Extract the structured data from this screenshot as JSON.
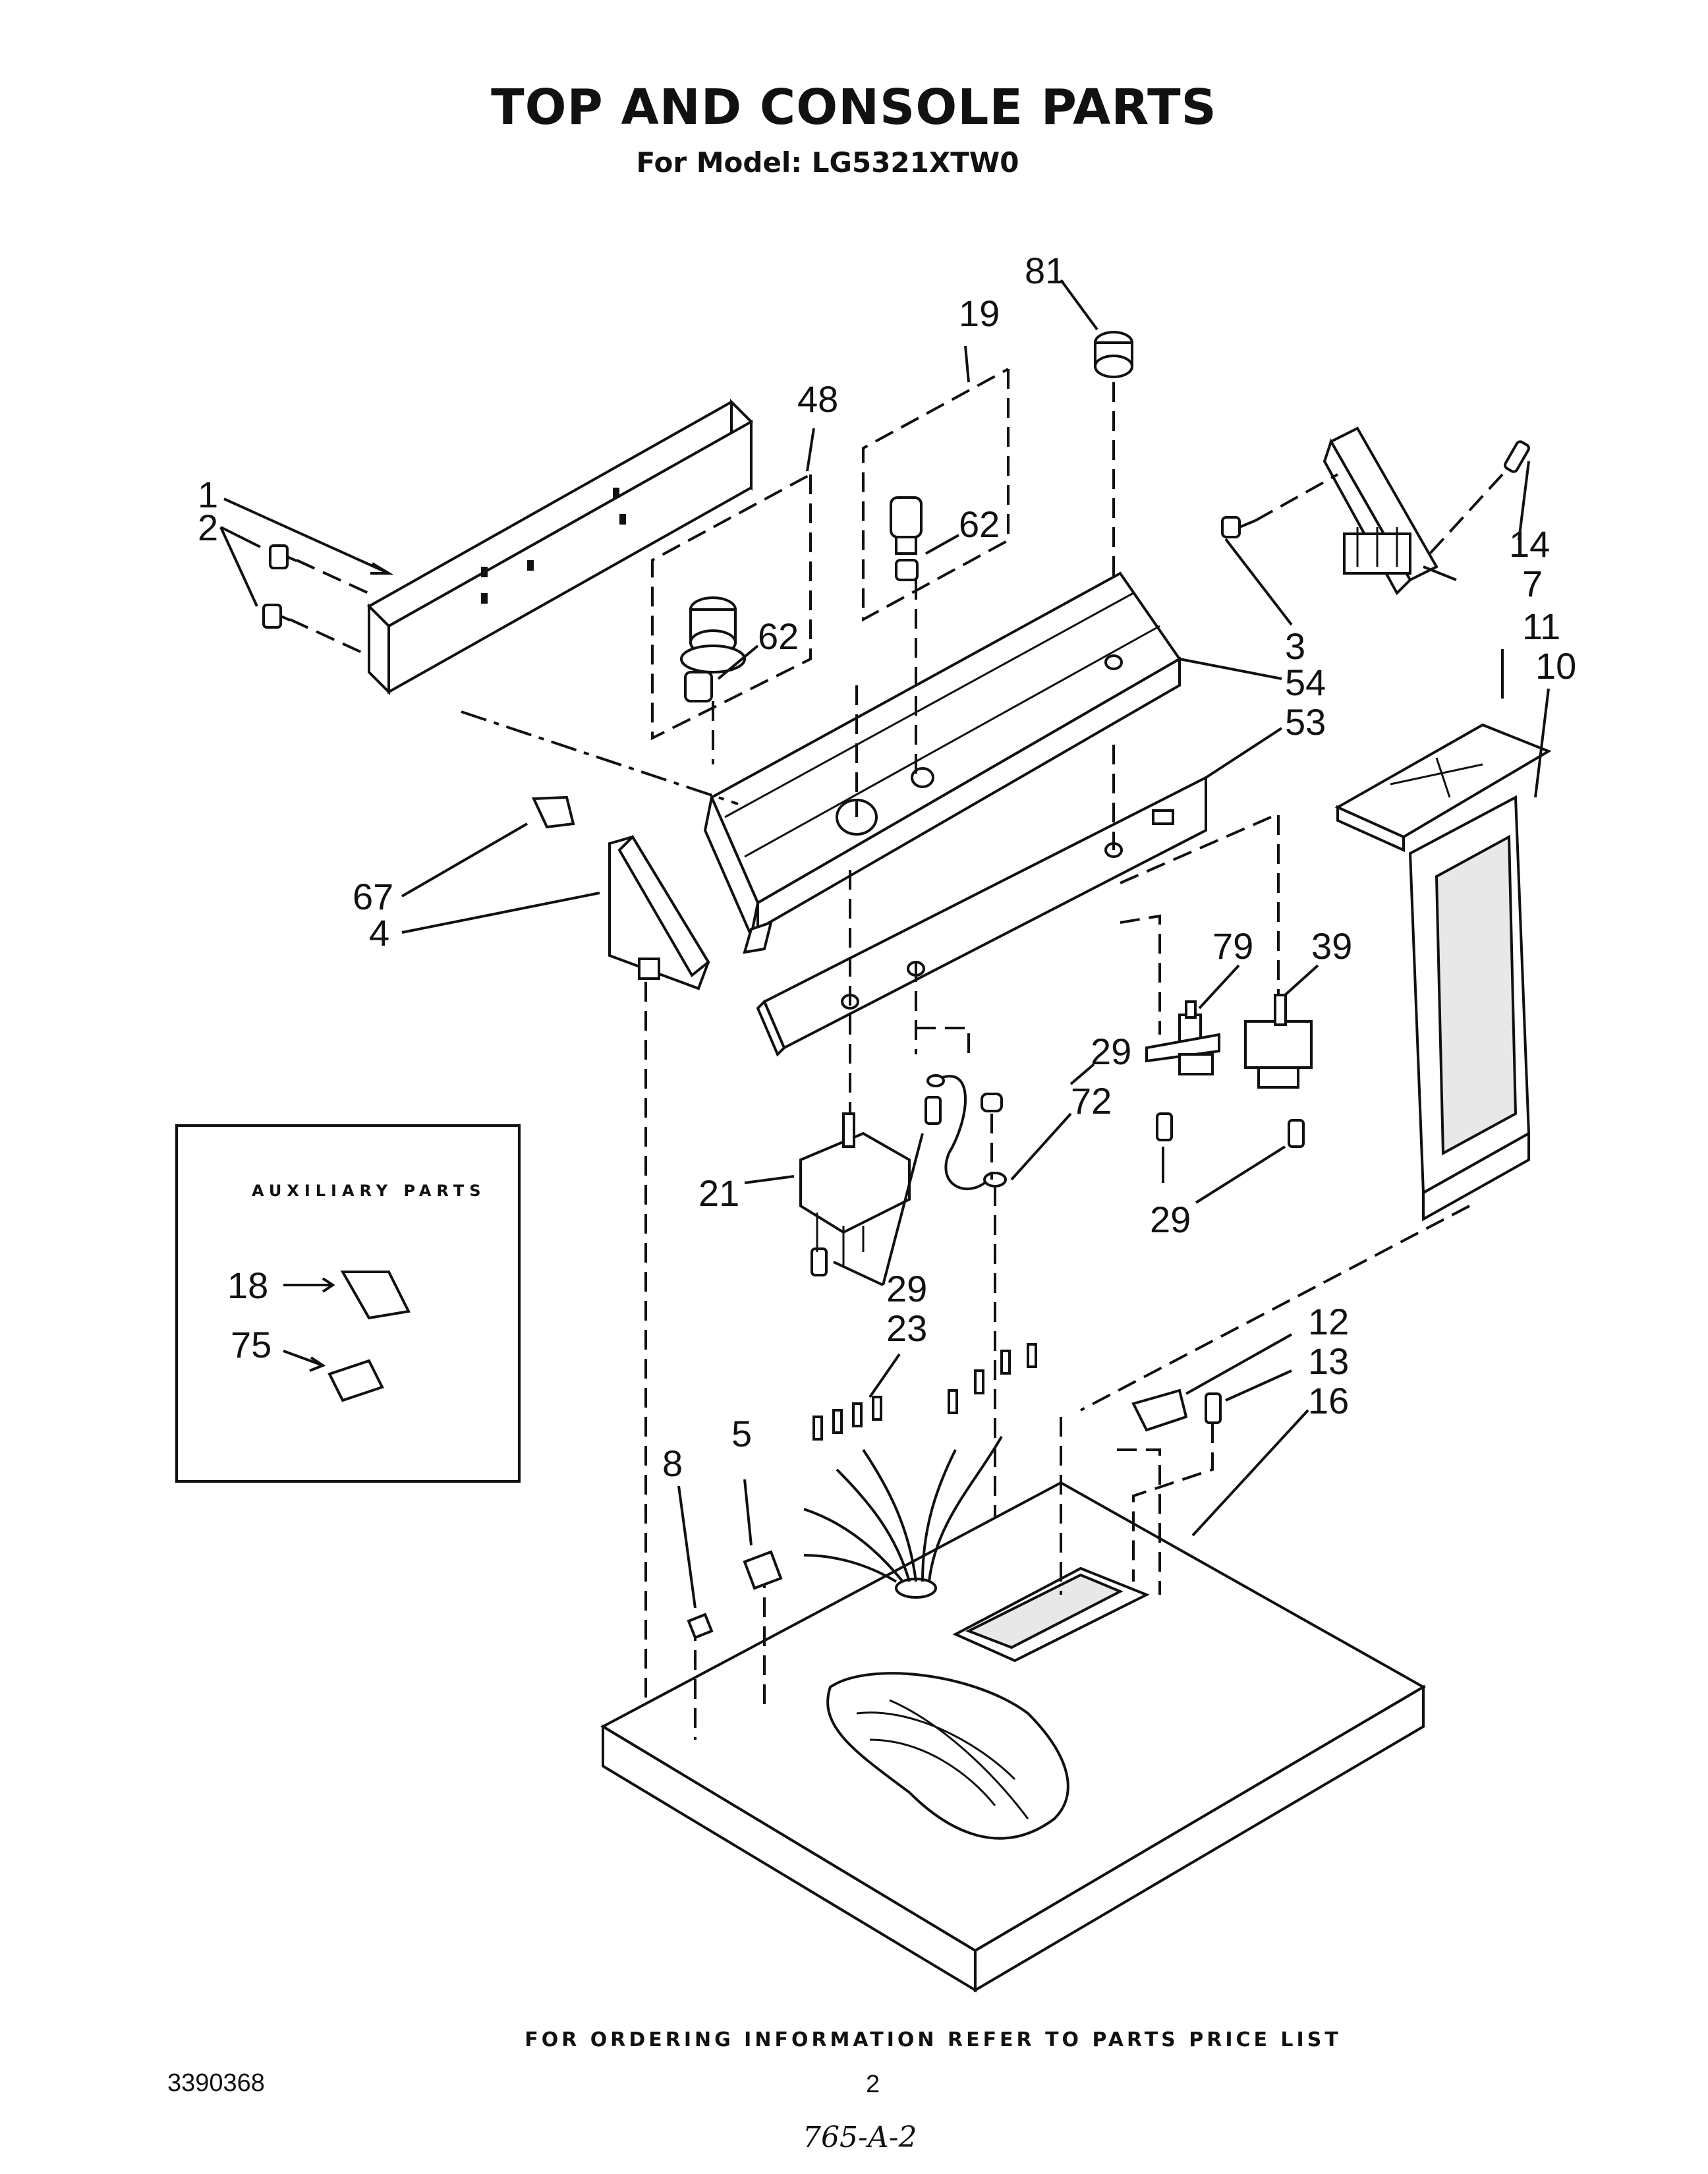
{
  "header": {
    "title": "TOP AND CONSOLE PARTS",
    "subtitle": "For Model: LG5321XTW0"
  },
  "callouts": {
    "c1": "1",
    "c2": "2",
    "c3": "3",
    "c4": "4",
    "c5": "5",
    "c7": "7",
    "c8": "8",
    "c10": "10",
    "c11": "11",
    "c12": "12",
    "c13": "13",
    "c14": "14",
    "c16": "16",
    "c18": "18",
    "c19": "19",
    "c21": "21",
    "c23": "23",
    "c29a": "29",
    "c29b": "29",
    "c29c": "29",
    "c39": "39",
    "c48": "48",
    "c53": "53",
    "c54": "54",
    "c62a": "62",
    "c62b": "62",
    "c67": "67",
    "c72": "72",
    "c75": "75",
    "c79": "79",
    "c81": "81"
  },
  "auxiliary": {
    "title": "AUXILIARY PARTS"
  },
  "footer": {
    "ordering": "FOR ORDERING INFORMATION REFER TO PARTS PRICE LIST",
    "doc_number": "3390368",
    "page_number": "2",
    "handwritten_note": "765-A-2"
  }
}
